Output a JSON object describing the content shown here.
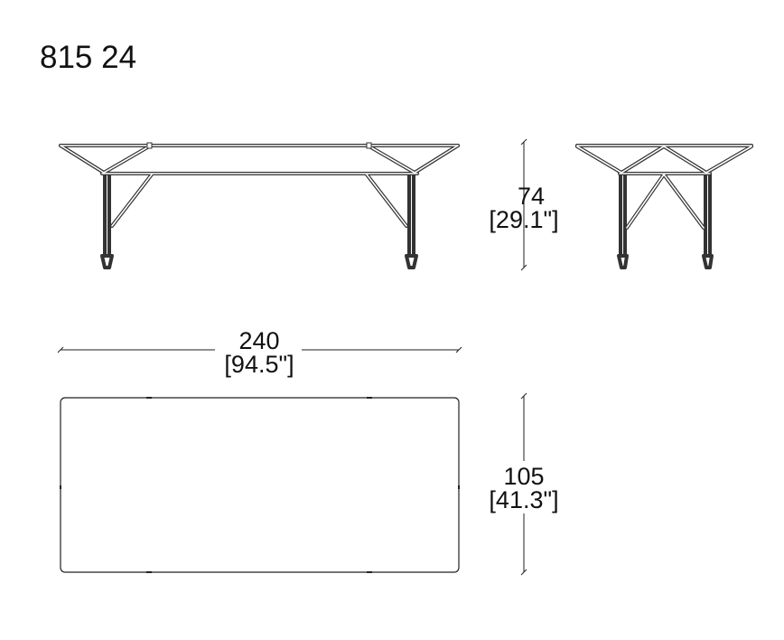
{
  "title": "815 24",
  "dimensions": {
    "height": {
      "cm": "74",
      "inch": "[29.1\"]"
    },
    "length": {
      "cm": "240",
      "inch": "[94.5\"]"
    },
    "depth": {
      "cm": "105",
      "inch": "[41.3\"]"
    }
  }
}
